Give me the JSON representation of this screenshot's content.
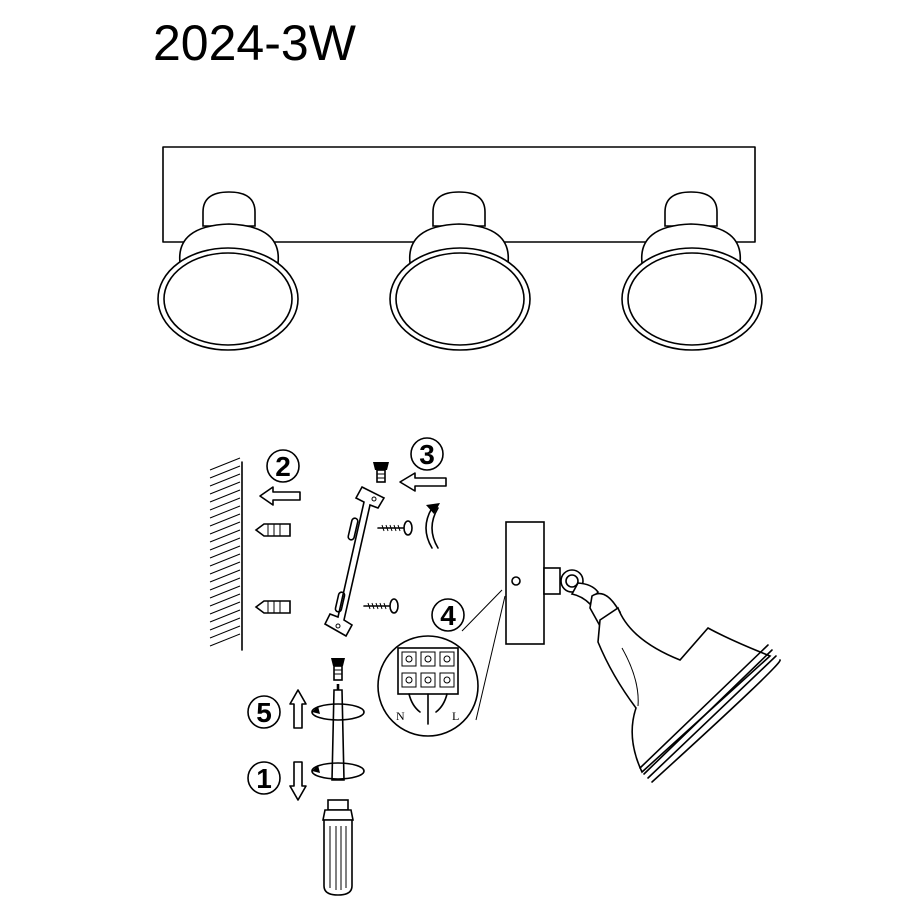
{
  "model": "2024-3W",
  "steps": [
    "1",
    "2",
    "3",
    "4",
    "5"
  ],
  "wiring": {
    "neutral": "N",
    "live": "L"
  },
  "icons": {
    "fixture": "triple-spotlight-fixture",
    "wall": "hatched-wall",
    "bracket": "mounting-bracket",
    "screwdriver": "screwdriver-icon",
    "terminal": "terminal-block"
  }
}
